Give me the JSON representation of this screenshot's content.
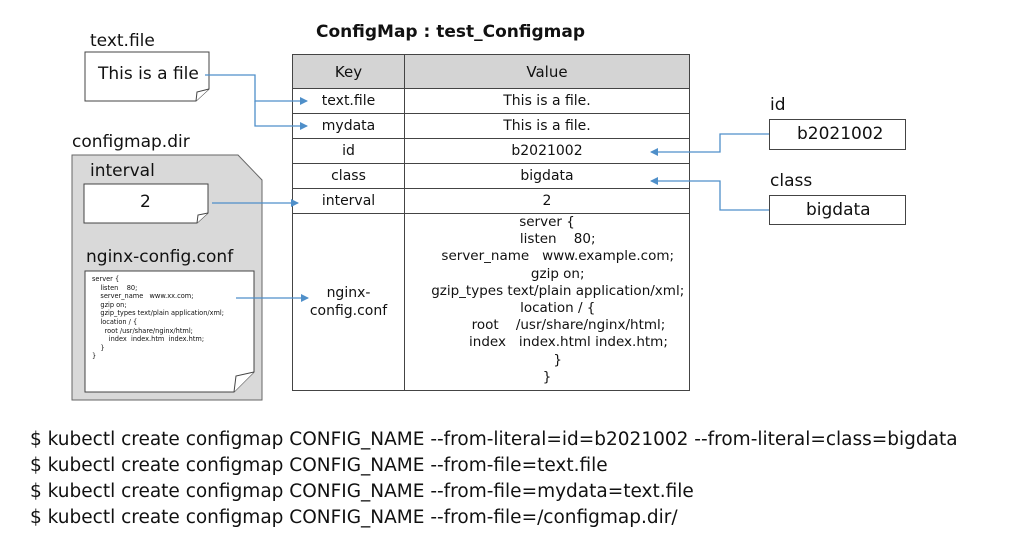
{
  "header": {
    "title": "ConfigMap : test_Configmap"
  },
  "text_file": {
    "label": "text.file",
    "content": "This is a file"
  },
  "configmap_dir": {
    "label": "configmap.dir",
    "interval_label": "interval",
    "interval_value": "2",
    "nginx_label": "nginx-config.conf",
    "nginx_lines": [
      "server {",
      "    listen    80;",
      "    server_name   www.xx.com;",
      "    gzip on;",
      "    gzip_types text/plain application/xml;",
      "    location / {",
      "      root /usr/share/nginx/html;",
      "        index  index.htm  index.htm;",
      "    }",
      "}"
    ]
  },
  "table": {
    "headers": [
      "Key",
      "Value"
    ],
    "rows": [
      {
        "key": "text.file",
        "value": "This is a file."
      },
      {
        "key": "mydata",
        "value": "This is a file."
      },
      {
        "key": "id",
        "value": "b2021002"
      },
      {
        "key": "class",
        "value": "bigdata"
      },
      {
        "key": "interval",
        "value": "2"
      }
    ],
    "nginx_key_line1": "nginx-",
    "nginx_key_line2": "config.conf",
    "nginx_value_lines": [
      "server {",
      "     listen    80;",
      "     server_name   www.example.com;",
      "     gzip on;",
      "     gzip_types text/plain application/xml;",
      "     location / {",
      "          root    /usr/share/nginx/html;",
      "          index   index.html index.htm;",
      "     }",
      "}"
    ]
  },
  "literal_id": {
    "label": "id",
    "value": "b2021002"
  },
  "literal_class": {
    "label": "class",
    "value": "bigdata"
  },
  "commands": [
    "$ kubectl create configmap CONFIG_NAME --from-literal=id=b2021002  --from-literal=class=bigdata",
    "$ kubectl create configmap CONFIG_NAME --from-file=text.file",
    "$ kubectl create configmap CONFIG_NAME --from-file=mydata=text.file",
    "$ kubectl create configmap CONFIG_NAME  --from-file=/configmap.dir/"
  ],
  "colors": {
    "arrow": "#4f8fc9",
    "header_bg": "#d4d4d4",
    "doc_bg": "#d9d9d9"
  }
}
